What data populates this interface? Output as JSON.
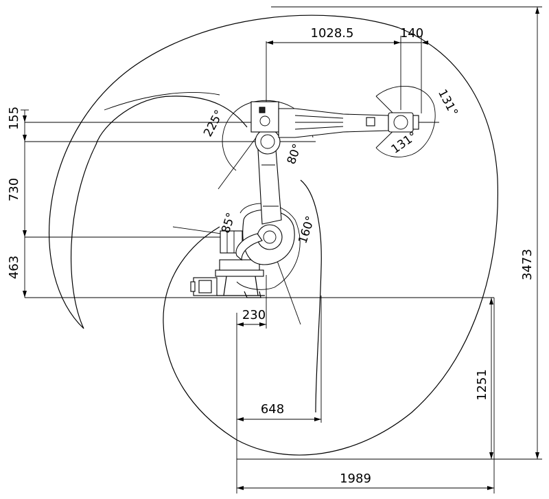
{
  "drawing": {
    "colors": {
      "line": "#000000",
      "background": "#ffffff"
    },
    "dimensions": {
      "top_reach": "1028.5",
      "wrist_offset": "140",
      "upper_offset": "155",
      "arm_length": "730",
      "base_height": "463",
      "total_height": "3473",
      "base_offset": "230",
      "inner_radius": "648",
      "lower_depth": "1251",
      "total_reach": "1989"
    },
    "angles": {
      "axis3_upper": "225°",
      "axis3_lower": "80°",
      "axis2_back": "85°",
      "axis2_front": "160°",
      "wrist_upper": "131°",
      "wrist_lower": "131°"
    }
  }
}
